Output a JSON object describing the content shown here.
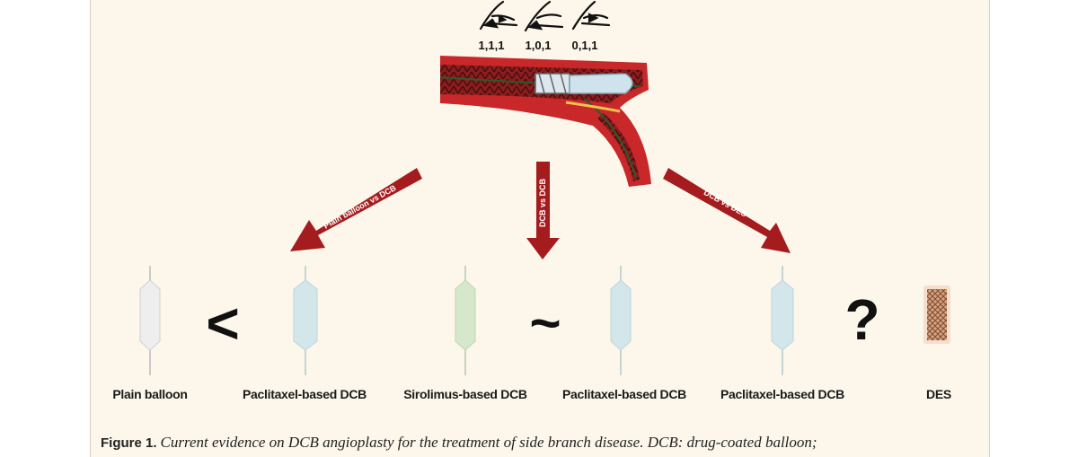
{
  "icon_labels": [
    "1,1,1",
    "1,0,1",
    "0,1,1"
  ],
  "arrows": {
    "left": "Plain balloon vs DCB",
    "center": "DCB vs DCB",
    "right": "DCB vs DES"
  },
  "symbols": {
    "less_than": "<",
    "similar": "~",
    "question": "?"
  },
  "devices": [
    {
      "label": "Plain balloon",
      "color": "#eeeeee"
    },
    {
      "label": "Paclitaxel-based DCB",
      "color": "#d3e6ea"
    },
    {
      "label": "Sirolimus-based DCB",
      "color": "#d6e8cc"
    },
    {
      "label": "Paclitaxel-based DCB",
      "color": "#d3e6ea"
    },
    {
      "label": "Paclitaxel-based DCB",
      "color": "#d3e6ea"
    },
    {
      "label": "DES",
      "color": "#e6b99c"
    }
  ],
  "caption": {
    "figure": "Figure 1.",
    "text": "Current evidence on DCB angioplasty for the treatment of side branch disease. DCB: drug-coated balloon;"
  },
  "colors": {
    "arrow": "#a51c1f",
    "vessel": "#c8282a",
    "background": "#fcf7ea"
  }
}
